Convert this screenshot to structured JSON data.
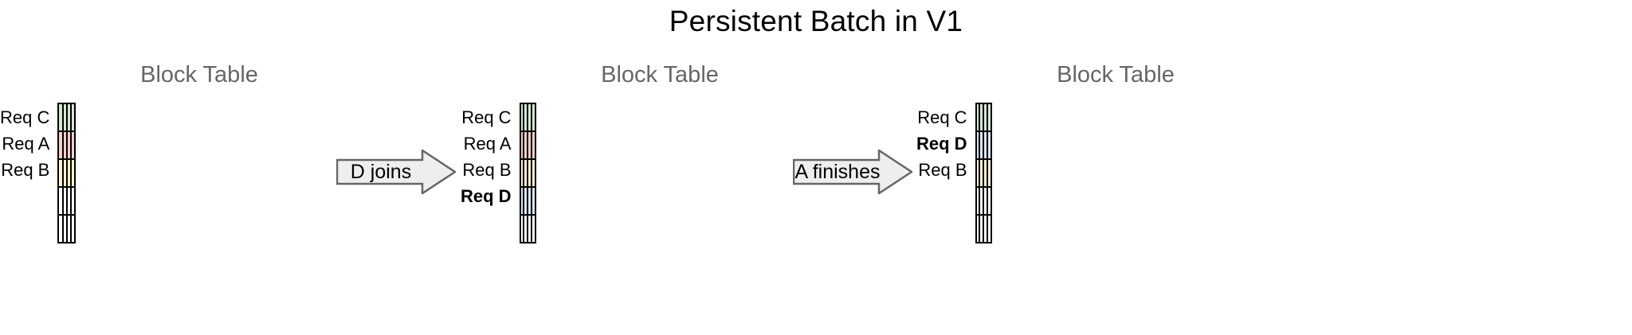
{
  "title": "Persistent Batch in V1",
  "colors": {
    "green": "#d5e8d4",
    "pink": "#f8cecc",
    "yellow": "#fff2cc",
    "blue": "#dae8fc",
    "empty": "#ffffff",
    "border": "#000000",
    "heading": "#666666",
    "arrow_fill": "#eeeeee",
    "arrow_stroke": "#666666"
  },
  "panels": [
    {
      "heading": "Block Table",
      "columns": 4,
      "rows": [
        {
          "label": "Req C",
          "bold": false,
          "color": "#d5e8d4"
        },
        {
          "label": "Req A",
          "bold": false,
          "color": "#f8cecc"
        },
        {
          "label": "Req B",
          "bold": false,
          "color": "#fff2cc"
        },
        {
          "label": "",
          "bold": false,
          "color": "#ffffff"
        },
        {
          "label": "",
          "bold": false,
          "color": "#ffffff"
        }
      ]
    },
    {
      "heading": "Block Table",
      "columns": 4,
      "rows": [
        {
          "label": "Req C",
          "bold": false,
          "color": "#d5e8d4"
        },
        {
          "label": "Req A",
          "bold": false,
          "color": "#f8cecc"
        },
        {
          "label": "Req B",
          "bold": false,
          "color": "#fff2cc"
        },
        {
          "label": "Req D",
          "bold": true,
          "color": "#dae8fc"
        },
        {
          "label": "",
          "bold": false,
          "color": "#ffffff"
        }
      ]
    },
    {
      "heading": "Block Table",
      "columns": 4,
      "rows": [
        {
          "label": "Req C",
          "bold": false,
          "color": "#d5e8d4"
        },
        {
          "label": "Req D",
          "bold": true,
          "color": "#dae8fc"
        },
        {
          "label": "Req B",
          "bold": false,
          "color": "#fff2cc"
        },
        {
          "label": "",
          "bold": false,
          "color": "#ffffff"
        },
        {
          "label": "",
          "bold": false,
          "color": "#ffffff"
        }
      ]
    }
  ],
  "arrows": [
    {
      "label": "D joins"
    },
    {
      "label": "A finishes"
    }
  ]
}
